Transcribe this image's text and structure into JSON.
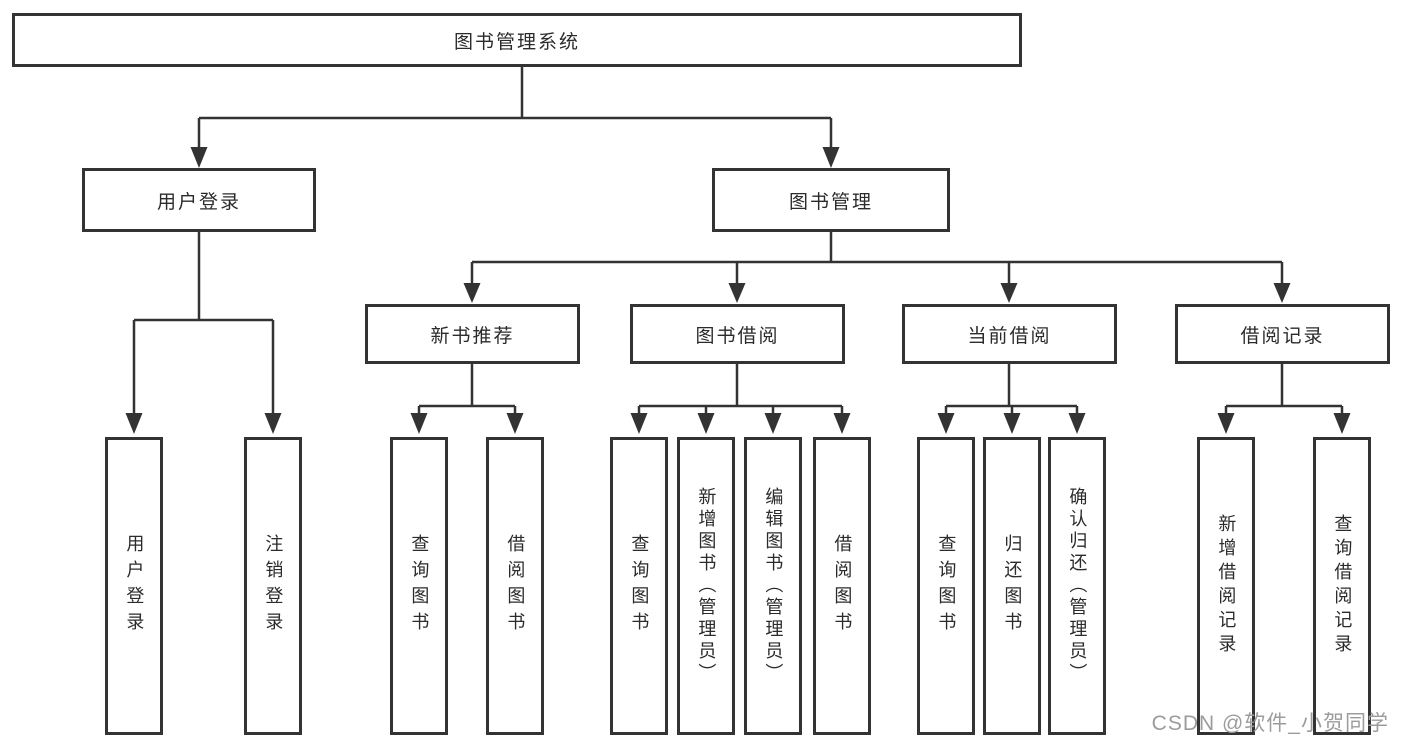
{
  "title": "图书管理系统",
  "watermark": "CSDN @软件_小贺同学",
  "colors": {
    "line": "#333333",
    "box_border": "#333333",
    "box_fill": "#ffffff",
    "text": "#2b2b2b",
    "watermark": "#9c9c9c",
    "background": "#ffffff"
  },
  "nodes": {
    "root": {
      "label": "图书管理系统"
    },
    "user_login": {
      "label": "用户登录"
    },
    "book_management": {
      "label": "图书管理"
    },
    "login": {
      "label": "用户登录"
    },
    "logout": {
      "label": "注销登录"
    },
    "new_book_recommend": {
      "label": "新书推荐"
    },
    "book_borrow": {
      "label": "图书借阅"
    },
    "current_borrow": {
      "label": "当前借阅"
    },
    "borrow_records": {
      "label": "借阅记录"
    },
    "rec_query_books": {
      "label": "查询图书"
    },
    "rec_borrow_books": {
      "label": "借阅图书"
    },
    "bb_query_books": {
      "label": "查询图书"
    },
    "bb_add_books": {
      "label": "新增图书（管理员）"
    },
    "bb_edit_books": {
      "label": "编辑图书（管理员）"
    },
    "bb_borrow_books": {
      "label": "借阅图书"
    },
    "cb_query_books": {
      "label": "查询图书"
    },
    "cb_return_books": {
      "label": "归还图书"
    },
    "cb_confirm_return": {
      "label": "确认归还（管理员）"
    },
    "br_add_record": {
      "label": "新增借阅记录"
    },
    "br_query_record": {
      "label": "查询借阅记录"
    }
  },
  "hierarchy": {
    "label": "图书管理系统",
    "children": [
      {
        "label": "用户登录",
        "children": [
          {
            "label": "用户登录"
          },
          {
            "label": "注销登录"
          }
        ]
      },
      {
        "label": "图书管理",
        "children": [
          {
            "label": "新书推荐",
            "children": [
              {
                "label": "查询图书"
              },
              {
                "label": "借阅图书"
              }
            ]
          },
          {
            "label": "图书借阅",
            "children": [
              {
                "label": "查询图书"
              },
              {
                "label": "新增图书（管理员）"
              },
              {
                "label": "编辑图书（管理员）"
              },
              {
                "label": "借阅图书"
              }
            ]
          },
          {
            "label": "当前借阅",
            "children": [
              {
                "label": "查询图书"
              },
              {
                "label": "归还图书"
              },
              {
                "label": "确认归还（管理员）"
              }
            ]
          },
          {
            "label": "借阅记录",
            "children": [
              {
                "label": "新增借阅记录"
              },
              {
                "label": "查询借阅记录"
              }
            ]
          }
        ]
      }
    ]
  }
}
